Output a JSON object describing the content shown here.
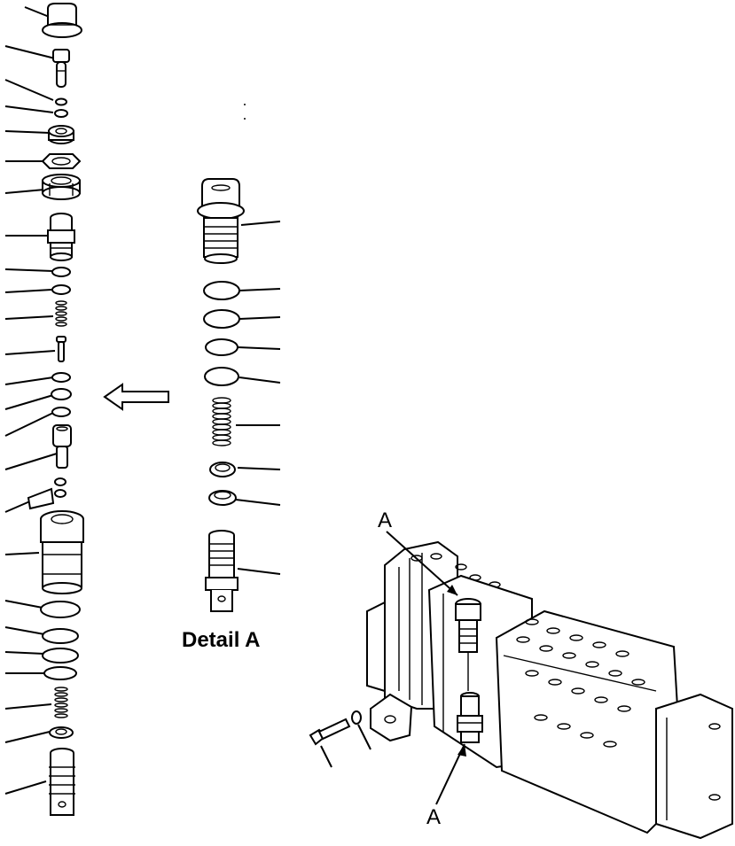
{
  "detail": {
    "caption": "Detail A"
  },
  "callouts": {
    "a_top": "A",
    "a_bottom": "A"
  },
  "colors": {
    "ink": "#000000",
    "paper": "#ffffff"
  }
}
